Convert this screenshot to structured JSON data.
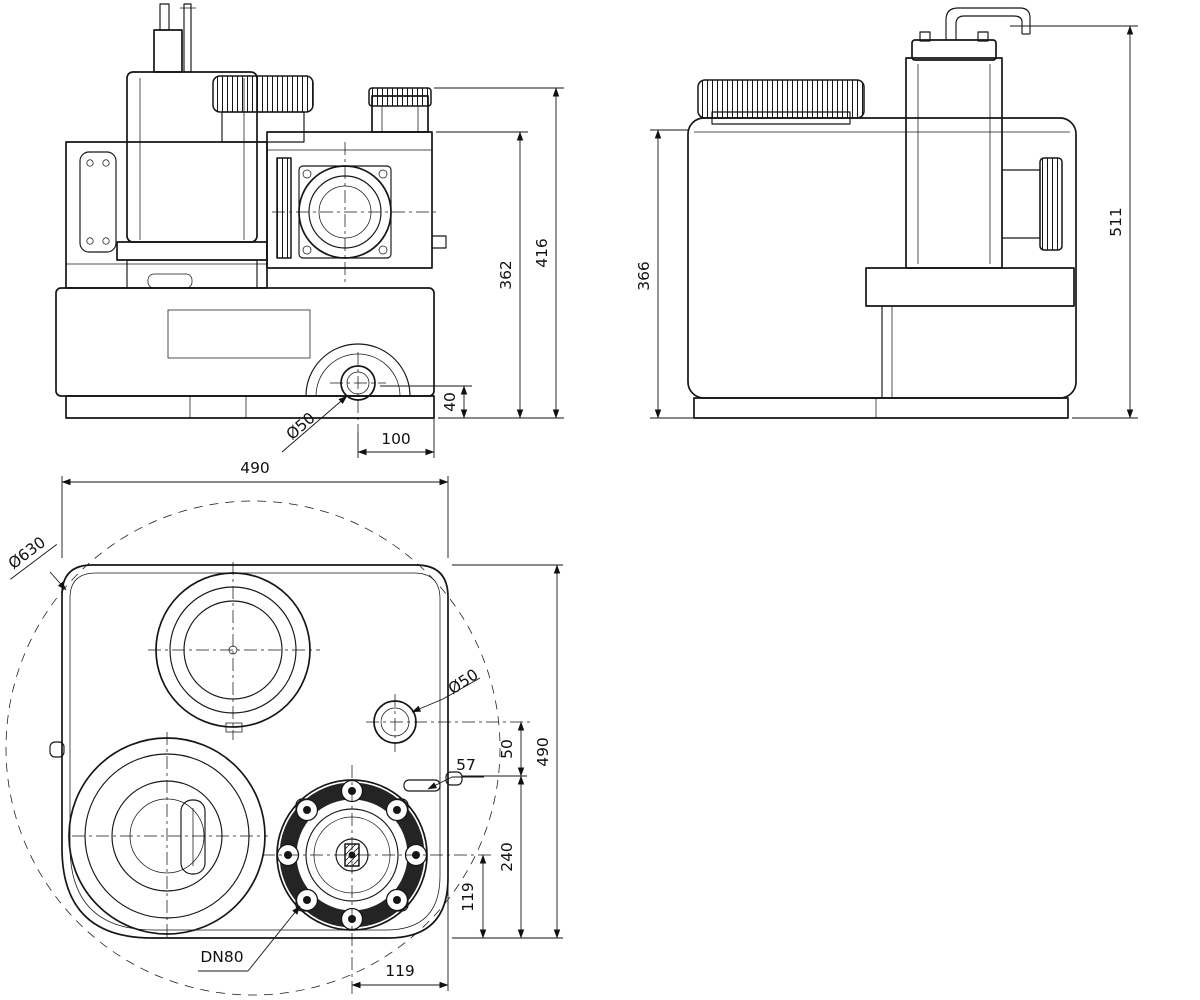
{
  "views": {
    "front": {
      "dim_body_height": "362",
      "dim_total_height": "416",
      "dim_outlet_height": "40",
      "dim_outlet_offset": "100",
      "label_outlet_diameter": "Ø50"
    },
    "side": {
      "dim_tank_height": "366",
      "dim_total_height": "511"
    },
    "top": {
      "dim_width": "490",
      "dim_depth": "490",
      "label_pit_diameter": "Ø630",
      "label_port_diameter": "Ø50",
      "dim_port_offset": "50",
      "dim_tab_offset": "57",
      "dim_rear_offset": "240",
      "dim_flange_rear": "119",
      "dim_flange_side": "119",
      "label_flange": "DN80"
    }
  }
}
